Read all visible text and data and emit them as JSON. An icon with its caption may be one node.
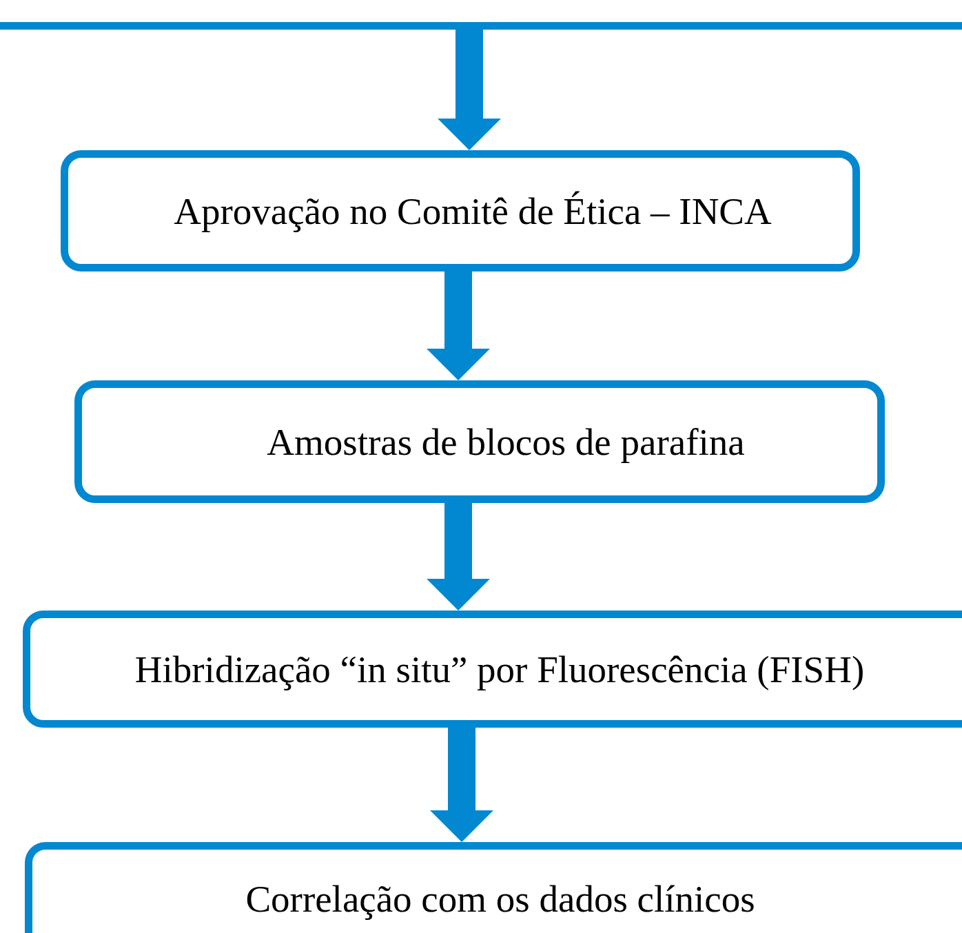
{
  "diagram": {
    "nodes": [
      {
        "text": [],
        "shape": "box"
      },
      {
        "text": [
          "Aprovação no Comitê de Ética – INCA"
        ]
      },
      {
        "text": [
          "Amostras de blocos de parafina"
        ]
      },
      {
        "text": [
          "Hibridização “in situ” por Fluorescência (FISH)"
        ]
      },
      {
        "text": [
          "Correlação com os dados clínicos"
        ]
      }
    ],
    "edges": [
      {
        "from": 0,
        "to": 1,
        "arrow": "to"
      },
      {
        "from": 1,
        "to": 2,
        "arrow": "to"
      },
      {
        "from": 2,
        "to": 3,
        "arrow": "to"
      },
      {
        "from": 3,
        "to": 4,
        "arrow": "to"
      }
    ]
  }
}
